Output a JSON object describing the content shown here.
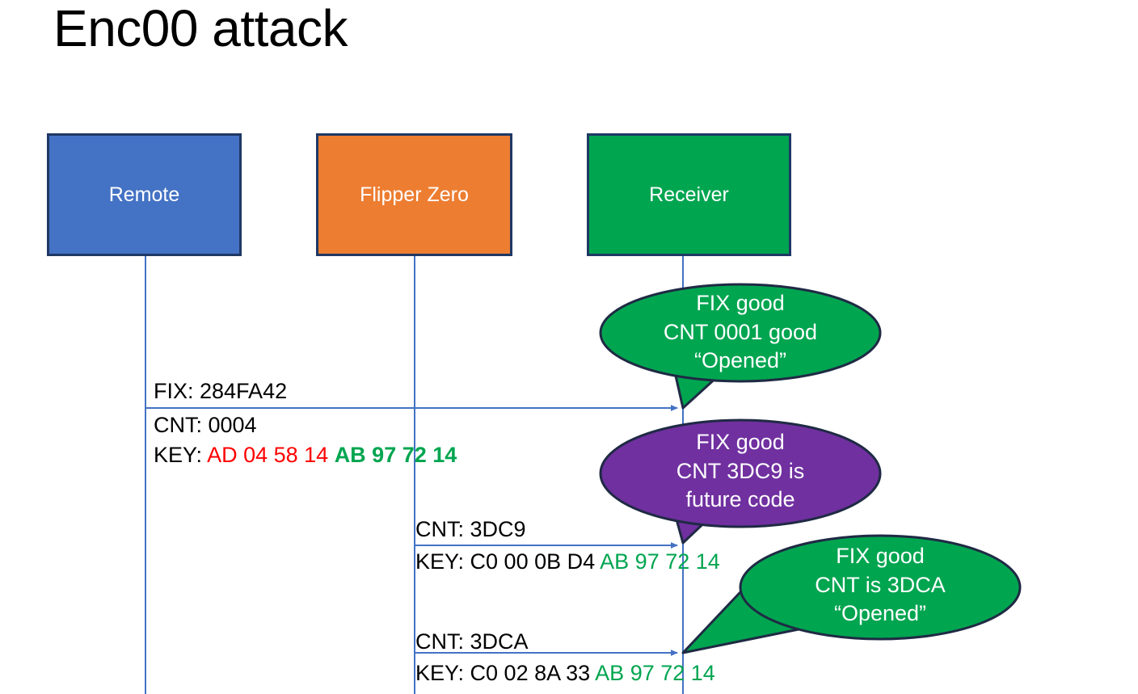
{
  "title": "Enc00 attack",
  "actors": [
    {
      "id": "remote",
      "label": "Remote",
      "color": "#4472C4"
    },
    {
      "id": "flipper",
      "label": "Flipper Zero",
      "color": "#ED7D31"
    },
    {
      "id": "receiver",
      "label": "Receiver",
      "color": "#00A550"
    }
  ],
  "messages": [
    {
      "id": "msg-1",
      "from": "remote",
      "to": "receiver",
      "lines": [
        {
          "id": "fix",
          "text": "FIX: 284FA42"
        }
      ]
    },
    {
      "id": "msg-2",
      "from": "remote",
      "to": "receiver",
      "lines": [
        {
          "id": "cnt",
          "text": "CNT: 0004"
        },
        {
          "id": "key",
          "prefix": "KEY: ",
          "red": "AD 04 58 14 ",
          "green": "AB 97 72 14",
          "green_bold": true
        }
      ]
    },
    {
      "id": "msg-3",
      "from": "flipper",
      "to": "receiver",
      "lines": [
        {
          "id": "cnt",
          "text": "CNT: 3DC9"
        },
        {
          "id": "key",
          "prefix": "KEY: C0 00 0B D4 ",
          "green": "AB 97 72 14",
          "green_bold": false
        }
      ]
    },
    {
      "id": "msg-4",
      "from": "flipper",
      "to": "receiver",
      "lines": [
        {
          "id": "cnt",
          "text": "CNT: 3DCA"
        },
        {
          "id": "key",
          "prefix": "KEY: C0 02 8A 33 ",
          "green": "AB 97 72 14",
          "green_bold": false
        }
      ]
    }
  ],
  "bubbles": [
    {
      "id": "bubble-1",
      "color": "#00A550",
      "line1": "FIX good",
      "line2": "CNT 0001 good",
      "line3": "“Opened”"
    },
    {
      "id": "bubble-2",
      "color": "#7030A0",
      "line1": "FIX good",
      "line2": "CNT 3DC9 is",
      "line3": "future code"
    },
    {
      "id": "bubble-3",
      "color": "#00A550",
      "line1": "FIX good",
      "line2": "CNT is 3DCA",
      "line3": "“Opened”"
    }
  ],
  "colors": {
    "lifeline": "#4472C4",
    "box_border": "#1F3864",
    "bubble_border": "#1F2A44",
    "red_hex": "#FF0000",
    "green_hex": "#00A550",
    "purple": "#7030A0"
  }
}
